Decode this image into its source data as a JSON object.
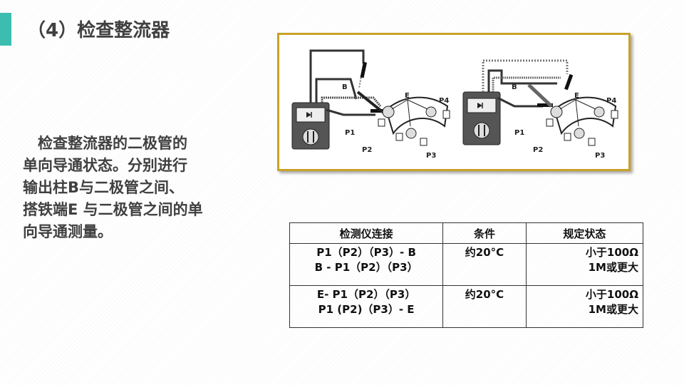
{
  "title": "（4）检查整流器",
  "body_lines": [
    "　检查整流器的二极管的",
    "单向导通状态。分别进行",
    "输出柱B与二极管之间、",
    "搭铁端E 与二极管之间的单",
    "向导通测量。"
  ],
  "figure": {
    "left": {
      "labels": {
        "B": "B",
        "E": "E",
        "P1": "P1",
        "P2": "P2",
        "P3": "P3",
        "P4": "P4"
      }
    },
    "right": {
      "labels": {
        "B": "B",
        "E": "E",
        "P1": "P1",
        "P2": "P2",
        "P3": "P3",
        "P4": "P4"
      }
    }
  },
  "table": {
    "headers": [
      "检测仪连接",
      "条件",
      "规定状态"
    ],
    "rows": [
      {
        "connection": [
          "P1（P2）（P3）- B",
          "B - P1（P2）（P3）"
        ],
        "condition": "约20°C",
        "state": [
          "小于100Ω",
          "1M或更大"
        ]
      },
      {
        "connection": [
          "E- P1（P2）（P3）",
          "P1 (P2)（P3）- E"
        ],
        "condition": "约20°C",
        "state": [
          "小于100Ω",
          "1M或更大"
        ]
      }
    ]
  },
  "colors": {
    "accent": "#3bbdb0",
    "frame": "#c9a227",
    "text": "#404040"
  }
}
